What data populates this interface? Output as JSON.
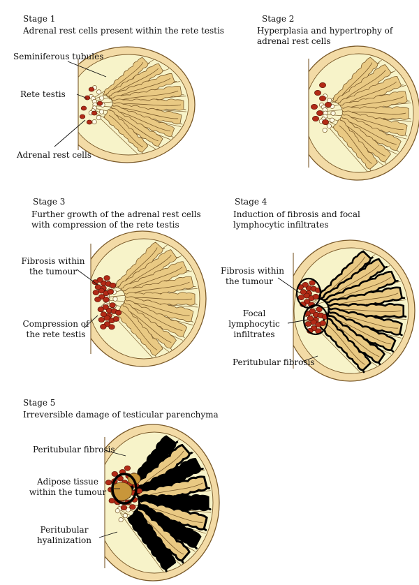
{
  "colors": {
    "outer": "#f3dba6",
    "stroke": "#7a5a2a",
    "inner": "#f7f3c9",
    "tubule": "#e9c983",
    "cell": "#b22a16",
    "fibrosis": "#000000",
    "adipose": "#c8963a"
  },
  "stages": [
    {
      "heading": "Stage 1",
      "caption": [
        "Adrenal rest cells present within the rete testis"
      ],
      "labels": [
        {
          "text": [
            "Seminiferous tubules"
          ]
        },
        {
          "text": [
            "Rete testis"
          ]
        },
        {
          "text": [
            "Adrenal rest cells"
          ]
        }
      ]
    },
    {
      "heading": "Stage 2",
      "caption": [
        "Hyperplasia and hypertrophy of",
        "adrenal rest cells"
      ],
      "labels": []
    },
    {
      "heading": "Stage 3",
      "caption": [
        "Further growth of the adrenal rest cells",
        "with compression of the rete testis"
      ],
      "labels": [
        {
          "text": [
            "Fibrosis within",
            "the tumour"
          ]
        },
        {
          "text": [
            "Compression of",
            "the rete testis"
          ]
        }
      ]
    },
    {
      "heading": "Stage 4",
      "caption": [
        "Induction of fibrosis and focal",
        "lymphocytic infiltrates"
      ],
      "labels": [
        {
          "text": [
            "Fibrosis within",
            "the tumour"
          ]
        },
        {
          "text": [
            "Focal",
            "lymphocytic",
            "infiltrates"
          ]
        },
        {
          "text": [
            "Peritubular fibrosis"
          ]
        }
      ]
    },
    {
      "heading": "Stage 5",
      "caption": [
        "Irreversible damage of testicular parenchyma"
      ],
      "labels": [
        {
          "text": [
            "Peritubular fibrosis"
          ]
        },
        {
          "text": [
            "Adipose tissue",
            "within the tumour"
          ]
        },
        {
          "text": [
            "Peritubular",
            "hyalinization"
          ]
        }
      ]
    }
  ]
}
